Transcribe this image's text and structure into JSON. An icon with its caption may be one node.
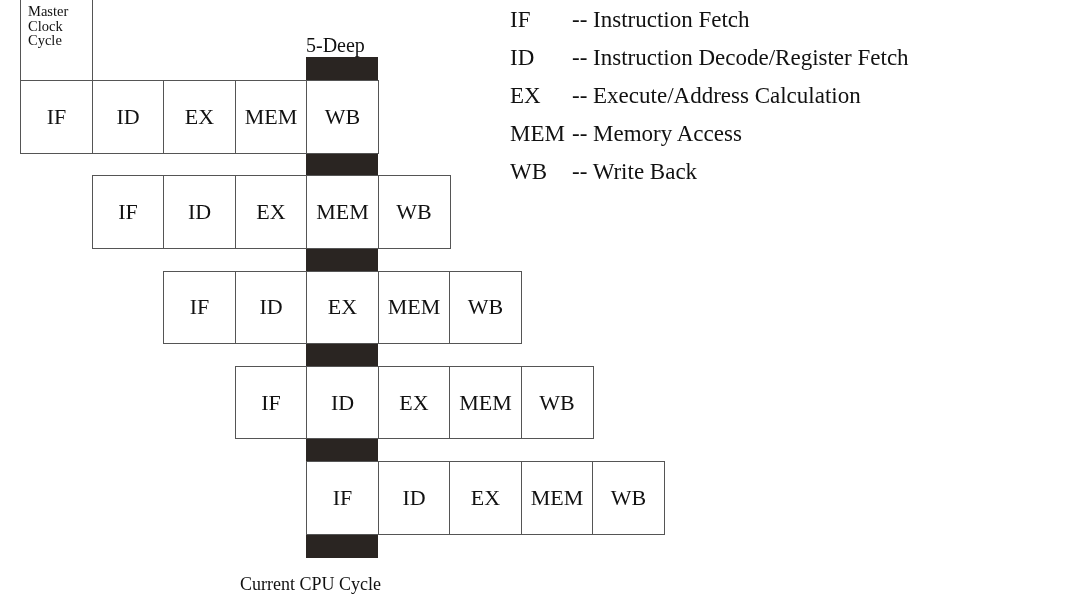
{
  "diagram": {
    "nodes": [
      {
        "text": [
          "Master Clock Cycle"
        ]
      },
      {
        "text": [
          "IF"
        ]
      },
      {
        "text": [
          "ID"
        ]
      },
      {
        "text": [
          "EX"
        ]
      },
      {
        "text": [
          "MEM"
        ]
      },
      {
        "text": [
          "WB"
        ]
      },
      {
        "text": [
          "IF"
        ]
      },
      {
        "text": [
          "ID"
        ]
      },
      {
        "text": [
          "EX"
        ]
      },
      {
        "text": [
          "MEM"
        ]
      },
      {
        "text": [
          "WB"
        ]
      },
      {
        "text": [
          "IF"
        ]
      },
      {
        "text": [
          "ID"
        ]
      },
      {
        "text": [
          "EX"
        ]
      },
      {
        "text": [
          "MEM"
        ]
      },
      {
        "text": [
          "WB"
        ]
      },
      {
        "text": [
          "IF"
        ]
      },
      {
        "text": [
          "ID"
        ]
      },
      {
        "text": [
          "EX"
        ]
      },
      {
        "text": [
          "MEM"
        ]
      },
      {
        "text": [
          "WB"
        ]
      },
      {
        "text": [
          "IF"
        ]
      },
      {
        "text": [
          "ID"
        ]
      },
      {
        "text": [
          "EX"
        ]
      },
      {
        "text": [
          "MEM"
        ]
      },
      {
        "text": [
          "WB"
        ]
      }
    ],
    "labels": [
      "5-Deep",
      "IF",
      "-- Instruction Fetch",
      "ID",
      "-- Instruction Decode/Register Fetch",
      "EX",
      "-- Execute/Address Calculation",
      "MEM",
      "-- Memory Access",
      "WB",
      "-- Write Back",
      "Current CPU Cycle"
    ]
  }
}
